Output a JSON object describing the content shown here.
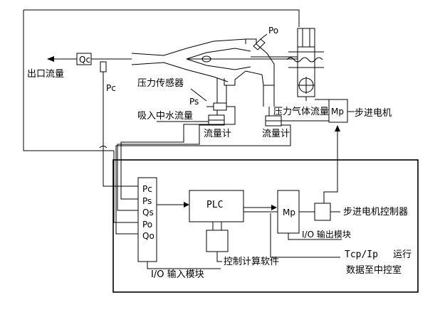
{
  "labels": {
    "outlet_flow": "出口流量",
    "qc_box": "Qc",
    "pc": "Pc",
    "po": "Po",
    "pressure_sensor": "压力传感器",
    "ps": "Ps",
    "suction_water_flow": "吸入中水流量",
    "flowmeter_1": "流量计",
    "pressure_gas_flow": "压力气体流量",
    "flowmeter_2": "流量计",
    "mp_motor": "Mp",
    "stepper_motor": "步进电机",
    "io_inputs": [
      "Pc",
      "Ps",
      "Qs",
      "Po",
      "Qo"
    ],
    "plc": "PLC",
    "mp_module": "Mp",
    "stepper_controller": "步进电机控制器",
    "io_output_module": "I/O 输出模块",
    "control_software": "控制计算软件",
    "io_input_module": "I/O  输入模块",
    "tcp_ip": "Tcp/Ip",
    "running": "运行",
    "data_to_control_room": "数据至中控室"
  }
}
